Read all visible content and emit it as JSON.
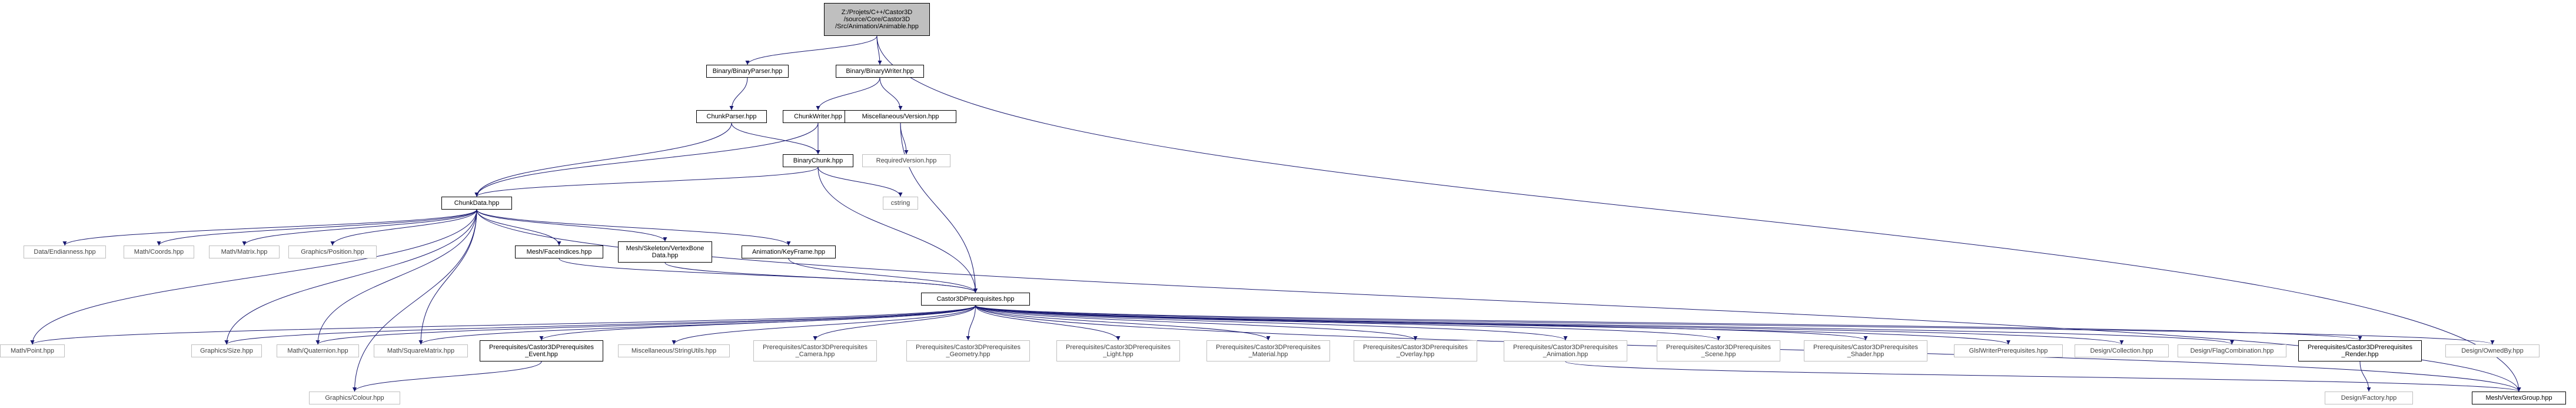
{
  "diagram": {
    "type": "include-dependency-graph",
    "nodes": [
      {
        "id": "root",
        "label": "Z:/Projets/C++/Castor3D\n/source/Core/Castor3D\n/Src/Animation/Animable.hpp",
        "style": "root"
      },
      {
        "id": "binparser",
        "label": "Binary/BinaryParser.hpp",
        "style": "black"
      },
      {
        "id": "binwriter",
        "label": "Binary/BinaryWriter.hpp",
        "style": "black"
      },
      {
        "id": "chunkparser",
        "label": "ChunkParser.hpp",
        "style": "black"
      },
      {
        "id": "chunkwriter",
        "label": "ChunkWriter.hpp",
        "style": "black"
      },
      {
        "id": "version",
        "label": "Miscellaneous/Version.hpp",
        "style": "black"
      },
      {
        "id": "binchunk",
        "label": "BinaryChunk.hpp",
        "style": "black"
      },
      {
        "id": "reqversion",
        "label": "RequiredVersion.hpp",
        "style": "gray"
      },
      {
        "id": "cstring",
        "label": "cstring",
        "style": "gray"
      },
      {
        "id": "chunkdata",
        "label": "ChunkData.hpp",
        "style": "black"
      },
      {
        "id": "endian",
        "label": "Data/Endianness.hpp",
        "style": "gray"
      },
      {
        "id": "coords",
        "label": "Math/Coords.hpp",
        "style": "gray"
      },
      {
        "id": "matrix",
        "label": "Math/Matrix.hpp",
        "style": "gray"
      },
      {
        "id": "position",
        "label": "Graphics/Position.hpp",
        "style": "gray"
      },
      {
        "id": "faceidx",
        "label": "Mesh/FaceIndices.hpp",
        "style": "black"
      },
      {
        "id": "vbonedata",
        "label": "Mesh/Skeleton/VertexBone\nData.hpp",
        "style": "black"
      },
      {
        "id": "keyframe",
        "label": "Animation/KeyFrame.hpp",
        "style": "black"
      },
      {
        "id": "prereq",
        "label": "Castor3DPrerequisites.hpp",
        "style": "black"
      },
      {
        "id": "point",
        "label": "Math/Point.hpp",
        "style": "gray"
      },
      {
        "id": "size",
        "label": "Graphics/Size.hpp",
        "style": "gray"
      },
      {
        "id": "quaternion",
        "label": "Math/Quaternion.hpp",
        "style": "gray"
      },
      {
        "id": "squarematrix",
        "label": "Math/SquareMatrix.hpp",
        "style": "gray"
      },
      {
        "id": "p_event",
        "label": "Prerequisites/Castor3DPrerequisites\n_Event.hpp",
        "style": "black"
      },
      {
        "id": "stringutils",
        "label": "Miscellaneous/StringUtils.hpp",
        "style": "gray"
      },
      {
        "id": "p_camera",
        "label": "Prerequisites/Castor3DPrerequisites\n_Camera.hpp",
        "style": "gray"
      },
      {
        "id": "p_geometry",
        "label": "Prerequisites/Castor3DPrerequisites\n_Geometry.hpp",
        "style": "gray"
      },
      {
        "id": "p_light",
        "label": "Prerequisites/Castor3DPrerequisites\n_Light.hpp",
        "style": "gray"
      },
      {
        "id": "p_material",
        "label": "Prerequisites/Castor3DPrerequisites\n_Material.hpp",
        "style": "gray"
      },
      {
        "id": "p_overlay",
        "label": "Prerequisites/Castor3DPrerequisites\n_Overlay.hpp",
        "style": "gray"
      },
      {
        "id": "p_animation",
        "label": "Prerequisites/Castor3DPrerequisites\n_Animation.hpp",
        "style": "gray"
      },
      {
        "id": "p_scene",
        "label": "Prerequisites/Castor3DPrerequisites\n_Scene.hpp",
        "style": "gray"
      },
      {
        "id": "p_shader",
        "label": "Prerequisites/Castor3DPrerequisites\n_Shader.hpp",
        "style": "gray"
      },
      {
        "id": "glsl",
        "label": "GlslWriterPrerequisites.hpp",
        "style": "gray"
      },
      {
        "id": "collection",
        "label": "Design/Collection.hpp",
        "style": "gray"
      },
      {
        "id": "flagcomb",
        "label": "Design/FlagCombination.hpp",
        "style": "gray"
      },
      {
        "id": "p_render",
        "label": "Prerequisites/Castor3DPrerequisites\n_Render.hpp",
        "style": "black"
      },
      {
        "id": "ownedby",
        "label": "Design/OwnedBy.hpp",
        "style": "gray"
      },
      {
        "id": "colour",
        "label": "Graphics/Colour.hpp",
        "style": "gray"
      },
      {
        "id": "factory",
        "label": "Design/Factory.hpp",
        "style": "gray"
      },
      {
        "id": "vgtype",
        "label": "Mesh/VertexGroup.hpp",
        "style": "black"
      }
    ],
    "edges": [
      [
        "root",
        "binparser"
      ],
      [
        "root",
        "binwriter"
      ],
      [
        "root",
        "vgtype"
      ],
      [
        "binparser",
        "chunkparser"
      ],
      [
        "binwriter",
        "chunkwriter"
      ],
      [
        "binwriter",
        "version"
      ],
      [
        "chunkparser",
        "binchunk"
      ],
      [
        "chunkparser",
        "chunkdata"
      ],
      [
        "chunkwriter",
        "binchunk"
      ],
      [
        "chunkwriter",
        "chunkdata"
      ],
      [
        "version",
        "reqversion"
      ],
      [
        "version",
        "prereq"
      ],
      [
        "binchunk",
        "chunkdata"
      ],
      [
        "binchunk",
        "cstring"
      ],
      [
        "binchunk",
        "prereq"
      ],
      [
        "chunkdata",
        "endian"
      ],
      [
        "chunkdata",
        "coords"
      ],
      [
        "chunkdata",
        "matrix"
      ],
      [
        "chunkdata",
        "position"
      ],
      [
        "chunkdata",
        "faceidx"
      ],
      [
        "chunkdata",
        "vbonedata"
      ],
      [
        "chunkdata",
        "keyframe"
      ],
      [
        "chunkdata",
        "point"
      ],
      [
        "chunkdata",
        "size"
      ],
      [
        "chunkdata",
        "quaternion"
      ],
      [
        "chunkdata",
        "squarematrix"
      ],
      [
        "chunkdata",
        "colour"
      ],
      [
        "chunkdata",
        "vgtype"
      ],
      [
        "faceidx",
        "prereq"
      ],
      [
        "vbonedata",
        "prereq"
      ],
      [
        "keyframe",
        "prereq"
      ],
      [
        "prereq",
        "point"
      ],
      [
        "prereq",
        "size"
      ],
      [
        "prereq",
        "quaternion"
      ],
      [
        "prereq",
        "squarematrix"
      ],
      [
        "prereq",
        "p_event"
      ],
      [
        "prereq",
        "stringutils"
      ],
      [
        "prereq",
        "p_camera"
      ],
      [
        "prereq",
        "p_geometry"
      ],
      [
        "prereq",
        "p_light"
      ],
      [
        "prereq",
        "p_material"
      ],
      [
        "prereq",
        "p_overlay"
      ],
      [
        "prereq",
        "p_animation"
      ],
      [
        "prereq",
        "p_scene"
      ],
      [
        "prereq",
        "p_shader"
      ],
      [
        "prereq",
        "glsl"
      ],
      [
        "prereq",
        "collection"
      ],
      [
        "prereq",
        "flagcomb"
      ],
      [
        "prereq",
        "p_render"
      ],
      [
        "prereq",
        "ownedby"
      ],
      [
        "prereq",
        "vgtype"
      ],
      [
        "p_event",
        "colour"
      ],
      [
        "p_animation",
        "vgtype"
      ],
      [
        "p_render",
        "factory"
      ]
    ]
  }
}
